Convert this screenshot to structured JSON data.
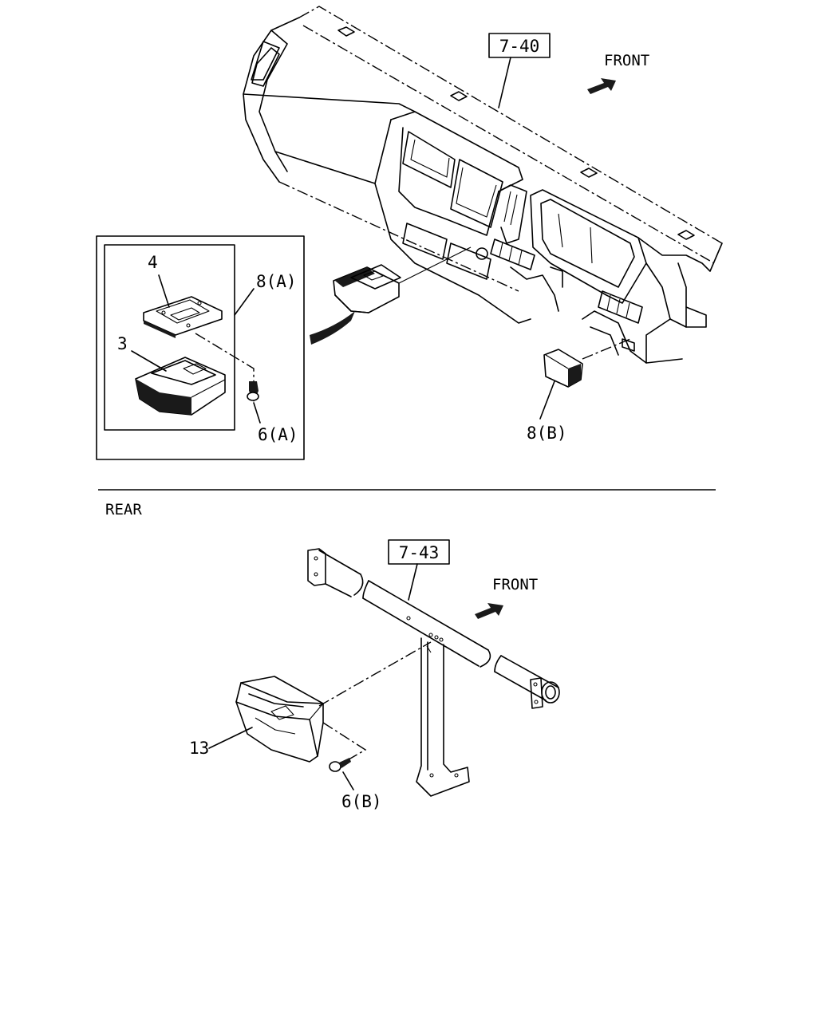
{
  "upper_view": {
    "ref_box": "7-40",
    "direction": "FRONT",
    "inset_labels": {
      "part_4": "4",
      "part_3": "3",
      "part_8a": "8(A)",
      "part_6a": "6(A)"
    },
    "part_8b": "8(B)"
  },
  "lower_view": {
    "section_label": "REAR",
    "ref_box": "7-43",
    "direction": "FRONT",
    "part_13": "13",
    "part_6b": "6(B)"
  }
}
